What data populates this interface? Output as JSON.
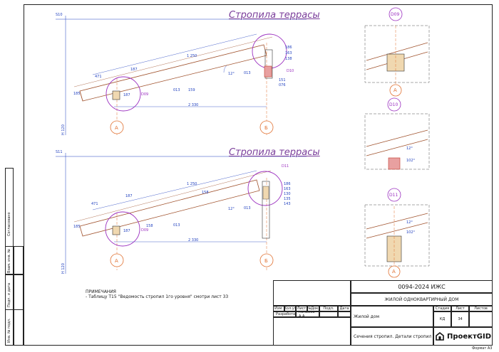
{
  "drawing": {
    "titles": [
      "Стропила террасы",
      "Стропила террасы"
    ],
    "level_marks": [
      "S10",
      "S11"
    ],
    "level_vertical": [
      "H 120",
      "H 120"
    ],
    "axis_labels": [
      "А",
      "Б",
      "А",
      "Б"
    ],
    "detail_labels_top": [
      "D09",
      "D10"
    ],
    "detail_labels_bottom": [
      "D09",
      "D11"
    ],
    "span_top": "2 330",
    "span_bottom": "2 330",
    "dims_top": [
      "1 250",
      "187",
      "471",
      "185",
      "159",
      "013",
      "013",
      "12°",
      "186",
      "163",
      "138",
      "151",
      "076",
      "187"
    ],
    "dims_bottom": [
      "1 250",
      "158",
      "187",
      "158",
      "471",
      "185",
      "013",
      "013",
      "12°",
      "186",
      "163",
      "130",
      "135",
      "143",
      "187"
    ]
  },
  "details": {
    "labels": [
      "D09",
      "D10",
      "D11"
    ],
    "axis": "А",
    "angles": [
      "12°",
      "102°"
    ]
  },
  "notes": {
    "heading": "ПРИМЕЧАНИЯ",
    "line1": "- Таблицу T15 \"Ведомость стропил 1го уровня\" смотри лист 33"
  },
  "side_strip": {
    "agreed": "Согласовано",
    "inv_sub": "Взам. инв. №",
    "sign_date": "Подп. и дата",
    "inv_orig": "Инв. № подл."
  },
  "title_block": {
    "code": "0094-2024 ИЖС",
    "project": "ЖИЛОЙ ОДНОКВАРТИРНЫЙ ДОМ",
    "h_izm": "Изм.",
    "h_kol": "Кол.уч",
    "h_list": "Лист",
    "h_doc": "№Док.",
    "h_podp": "Подп.",
    "h_date": "Дата",
    "developer_role": "Разработал",
    "developer_name": "Копысов А.А.",
    "building": "Жилой дом",
    "h_stage": "Стадия",
    "h_sheet": "Лист",
    "h_sheets": "Листов",
    "stage": "КД",
    "sheet": "34",
    "sheets": "",
    "sheet_title": "Сечения стропил. Детали стропил",
    "brand": "ПроектGID",
    "format": "Формат А3"
  },
  "colors": {
    "rafter": "#a0522d",
    "title": "#7a3d9a",
    "axis": "#e07030",
    "dim": "#1f3fbf",
    "callout": "#9b30c0"
  }
}
